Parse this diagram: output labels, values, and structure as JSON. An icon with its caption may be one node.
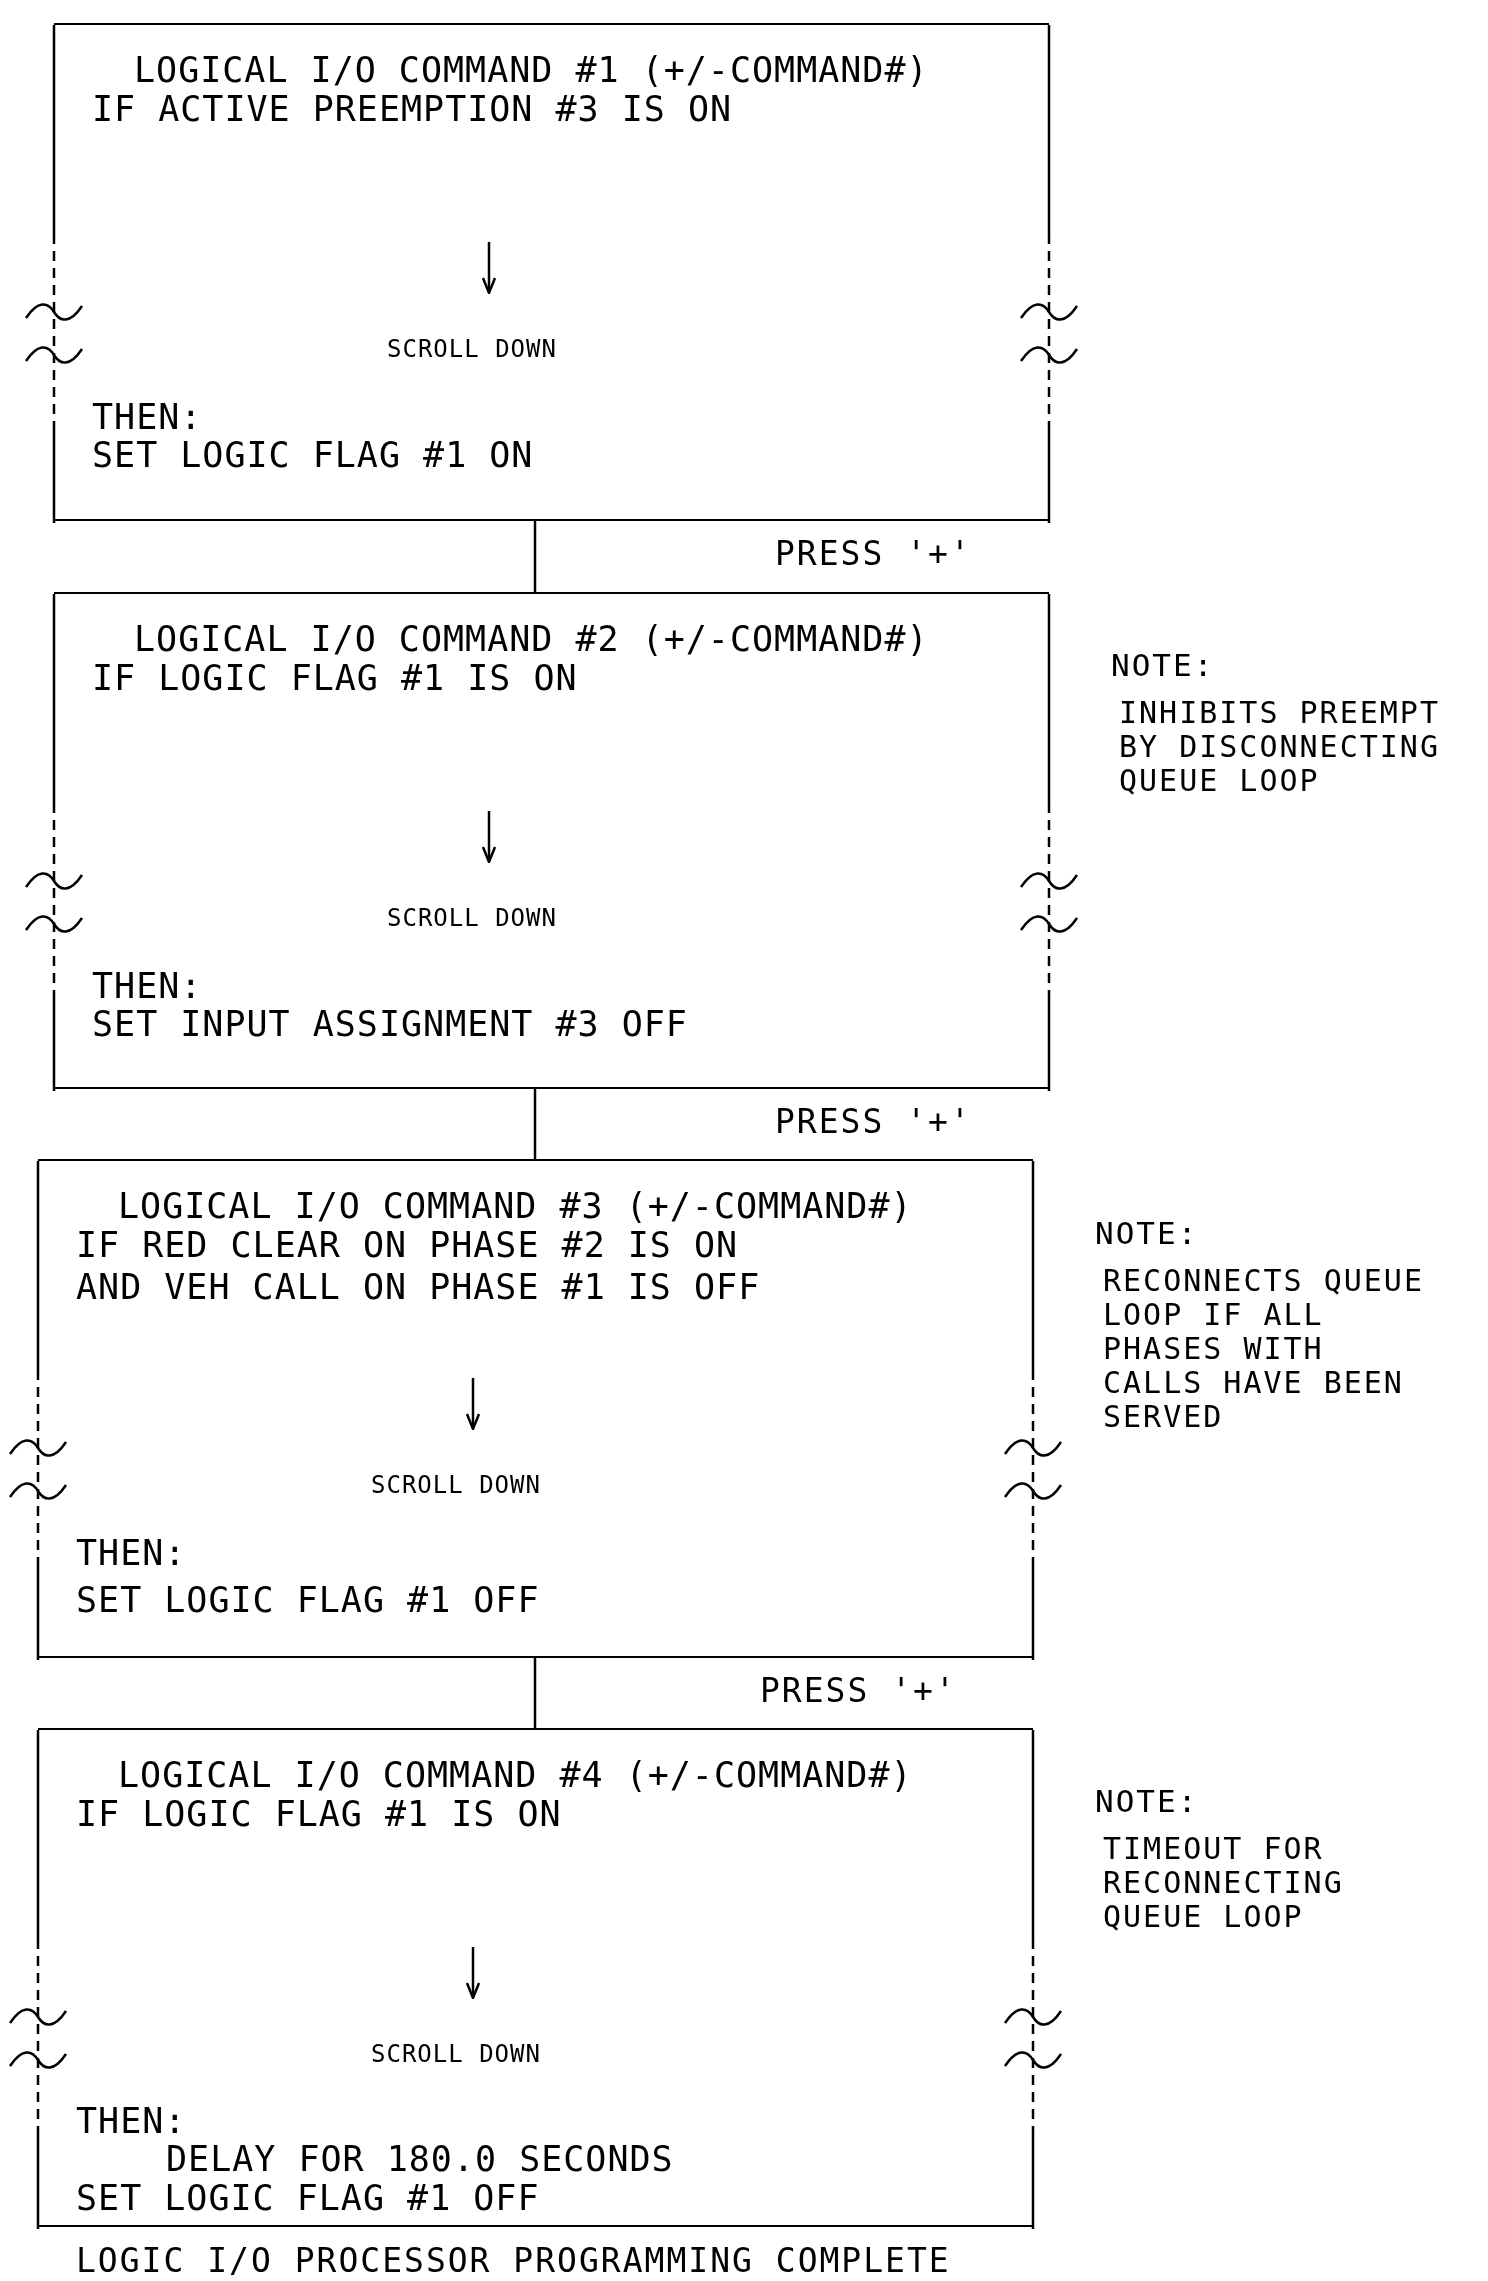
{
  "diagram": {
    "nodes": [
      {
        "text": [
          "LOGICAL I/O COMMAND #1 (+/-COMMAND#)",
          "IF ACTIVE PREEMPTION #3 IS ON",
          "SCROLL DOWN",
          "THEN:",
          "SET LOGIC FLAG #1 ON"
        ]
      },
      {
        "text": [
          "LOGICAL I/O COMMAND #2 (+/-COMMAND#)",
          "IF LOGIC FLAG #1 IS ON",
          "SCROLL DOWN",
          "THEN:",
          "SET INPUT ASSIGNMENT #3 OFF"
        ],
        "beside": [
          "NOTE:",
          "INHIBITS PREEMPT BY DISCONNECTING QUEUE LOOP"
        ]
      },
      {
        "text": [
          "LOGICAL I/O COMMAND #3 (+/-COMMAND#)",
          "IF RED CLEAR ON PHASE #2 IS ON",
          "AND VEH CALL ON PHASE #1 IS OFF",
          "SCROLL DOWN",
          "THEN:",
          "SET LOGIC FLAG #1 OFF"
        ],
        "beside": [
          "NOTE:",
          "RECONNECTS QUEUE LOOP IF ALL PHASES WITH CALLS HAVE BEEN SERVED"
        ]
      },
      {
        "text": [
          "LOGICAL I/O COMMAND #4 (+/-COMMAND#)",
          "IF LOGIC FLAG #1 IS ON",
          "SCROLL DOWN",
          "THEN:",
          "DELAY FOR 180.0 SECONDS",
          "SET LOGIC FLAG #1 OFF"
        ],
        "beside": [
          "NOTE:",
          "TIMEOUT FOR RECONNECTING QUEUE LOOP"
        ]
      }
    ],
    "edges": [
      {
        "from": 0,
        "to": 1,
        "arrow": "none"
      },
      {
        "from": 1,
        "to": 2,
        "arrow": "none"
      },
      {
        "from": 2,
        "to": 3,
        "arrow": "none"
      }
    ],
    "labels": [
      "PRESS '+'",
      "PRESS '+'",
      "PRESS '+'",
      "LOGIC I/O PROCESSOR PROGRAMMING COMPLETE"
    ]
  }
}
